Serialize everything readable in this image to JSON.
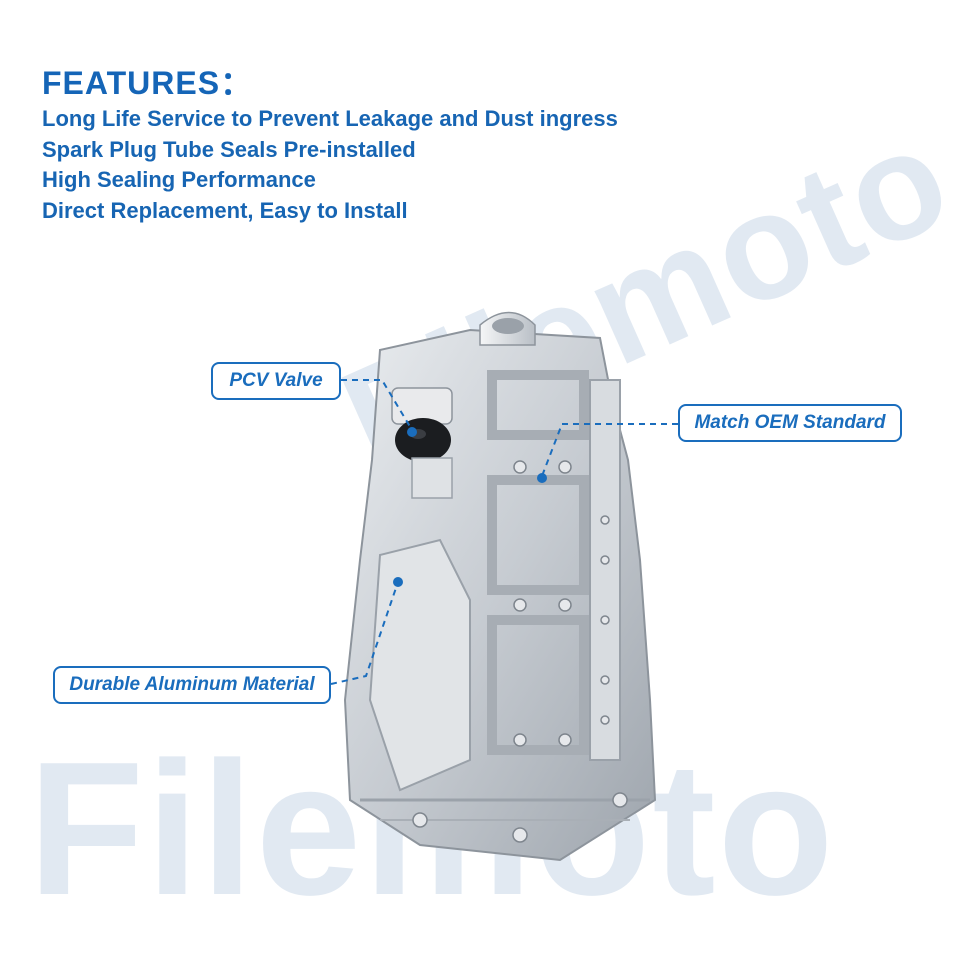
{
  "header": {
    "title": "FEATURES：",
    "features": [
      "Long Life Service to Prevent Leakage and Dust ingress",
      "Spark Plug Tube Seals Pre-installed",
      "High Sealing Performance",
      "Direct Replacement, Easy to Install"
    ]
  },
  "callouts": {
    "pcv_valve": "PCV Valve",
    "match_oem": "Match OEM Standard",
    "aluminum": "Durable Aluminum Material"
  },
  "watermark": {
    "text_1": "Filemoto",
    "text_2": "Filemoto"
  },
  "colors": {
    "accent": "#1a6dbd",
    "watermark": "#c8d7e8",
    "metal": "#c9cdd2"
  },
  "product": {
    "icon": "engine-valve-cover-image"
  }
}
